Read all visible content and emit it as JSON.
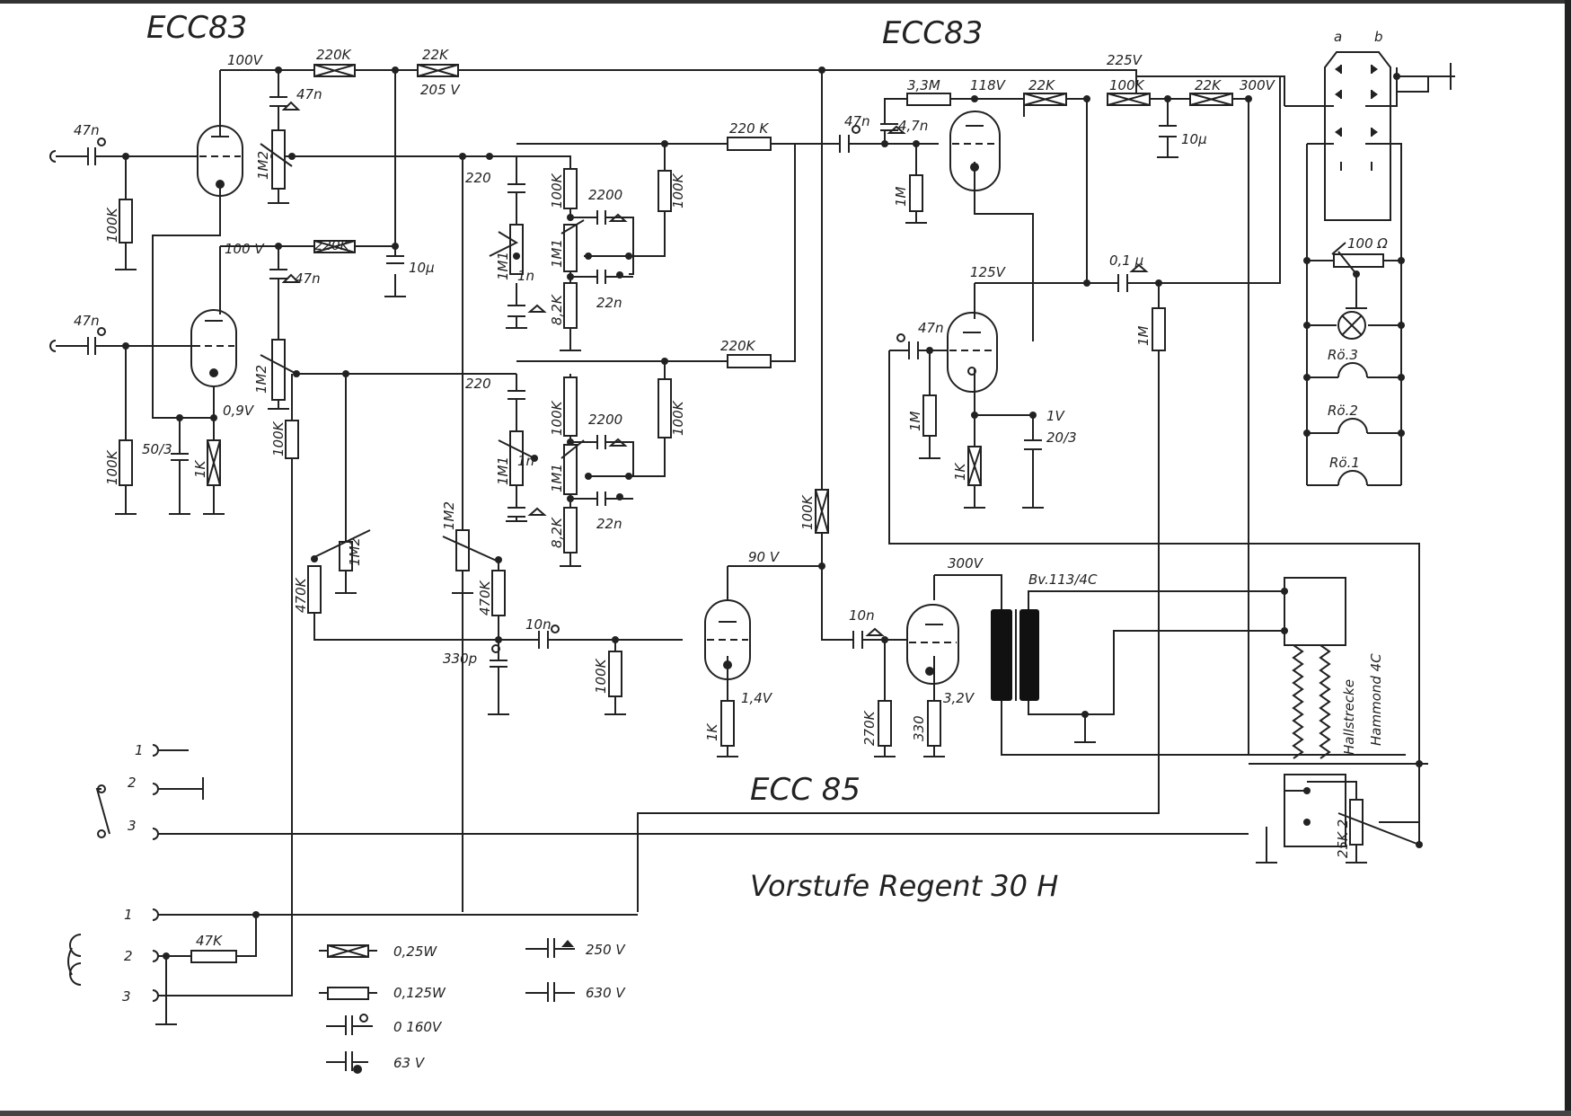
{
  "title": "Vorstufe Regent 30 H",
  "tubes": {
    "v1": "ECC83",
    "v2": "ECC83",
    "v3": "ECC 85"
  },
  "voltages": {
    "v1a_anode": "100V",
    "v1b_anode": "100 V",
    "supply_205": "205 V",
    "v1_cathode": "0,9V",
    "v2a_anode": "118V",
    "supply_225": "225V",
    "supply_300": "300V",
    "v2b_anode": "125V",
    "v2b_cathode": "1V",
    "v3a_anode": "90 V",
    "v3a_cathode": "1,4V",
    "v3b_anode": "300V",
    "v3b_cathode": "3,2V"
  },
  "components": {
    "c_in1": "47n",
    "c_in2": "47n",
    "r_grid1": "100K",
    "r_grid2": "100K",
    "pot_1m2_a": "1M2",
    "pot_1m2_b": "1M2",
    "c_47n_a": "47n",
    "c_47n_b": "47n",
    "r_220k_a": "220K",
    "r_220k_b": "220K",
    "r_22k_a": "22K",
    "c_10u_a": "10µ",
    "c_50_3": "50/3",
    "r_1k_a": "1K",
    "r_100k_c": "100K",
    "pot_1m2_c": "1M2",
    "pot_1m2_d": "1M2",
    "r_470k_a": "470K",
    "r_470k_b": "470K",
    "tone1_c220": "220",
    "tone1_pot": "1M1",
    "tone1_c1n": "1n",
    "tone1_r100k": "100K",
    "tone1_c2200": "2200",
    "tone1_pot2": "1M1",
    "tone1_r82k": "8,2K",
    "tone1_c22n": "22n",
    "tone1_r100k_b": "100K",
    "tone1_r220k": "220 K",
    "tone2_c220": "220",
    "tone2_pot": "1M1",
    "tone2_c1n": "1n",
    "tone2_r100k": "100K",
    "tone2_c2200": "2200",
    "tone2_pot2": "1M1",
    "tone2_r82k": "8,2K",
    "tone2_c22n": "22n",
    "tone2_r100k_b": "100K",
    "tone2_r220k": "220K",
    "c_10n_a": "10n",
    "c_330p": "330p",
    "r_100k_d": "100K",
    "r_1k_b": "1K",
    "r_100k_e": "100K",
    "c_47n_c": "47n",
    "c_4n7": "4,7n",
    "r_3m3": "3,3M",
    "r_1m_a": "1M",
    "r_22k_b": "22K",
    "r_100k_f": "100K",
    "r_22k_c": "22K",
    "c_10u_b": "10µ",
    "c_0u1": "0,1 µ",
    "r_1m_b": "1M",
    "c_47n_d": "47n",
    "r_1m_c": "1M",
    "r_1k_c": "1K",
    "c_20_3": "20/3",
    "c_10n_b": "10n",
    "r_270k": "270K",
    "r_330": "330",
    "transformer": "Bv.113/4C",
    "r_100ohm": "100 Ω",
    "lamp_ro3": "Rö.3",
    "lamp_ro2": "Rö.2",
    "lamp_ro1": "Rö.1",
    "switch_a": "a",
    "switch_b": "b",
    "reverb": "Hallstrecke",
    "reverb_model": "Hammond 4C",
    "pot_25k2": "25K 2",
    "r_47k": "47K"
  },
  "connectors": {
    "upper": [
      "1",
      "2",
      "3"
    ],
    "lower": [
      "1",
      "2",
      "3"
    ]
  },
  "legend": [
    {
      "symbol": "resistor-crossed",
      "label": "0,25W"
    },
    {
      "symbol": "resistor-plain",
      "label": "0,125W"
    },
    {
      "symbol": "capacitor-circle",
      "label": "0 160V"
    },
    {
      "symbol": "capacitor-dot",
      "label": "63 V"
    },
    {
      "symbol": "capacitor-triangle",
      "label": "250 V"
    },
    {
      "symbol": "capacitor-plain",
      "label": "630 V"
    }
  ]
}
